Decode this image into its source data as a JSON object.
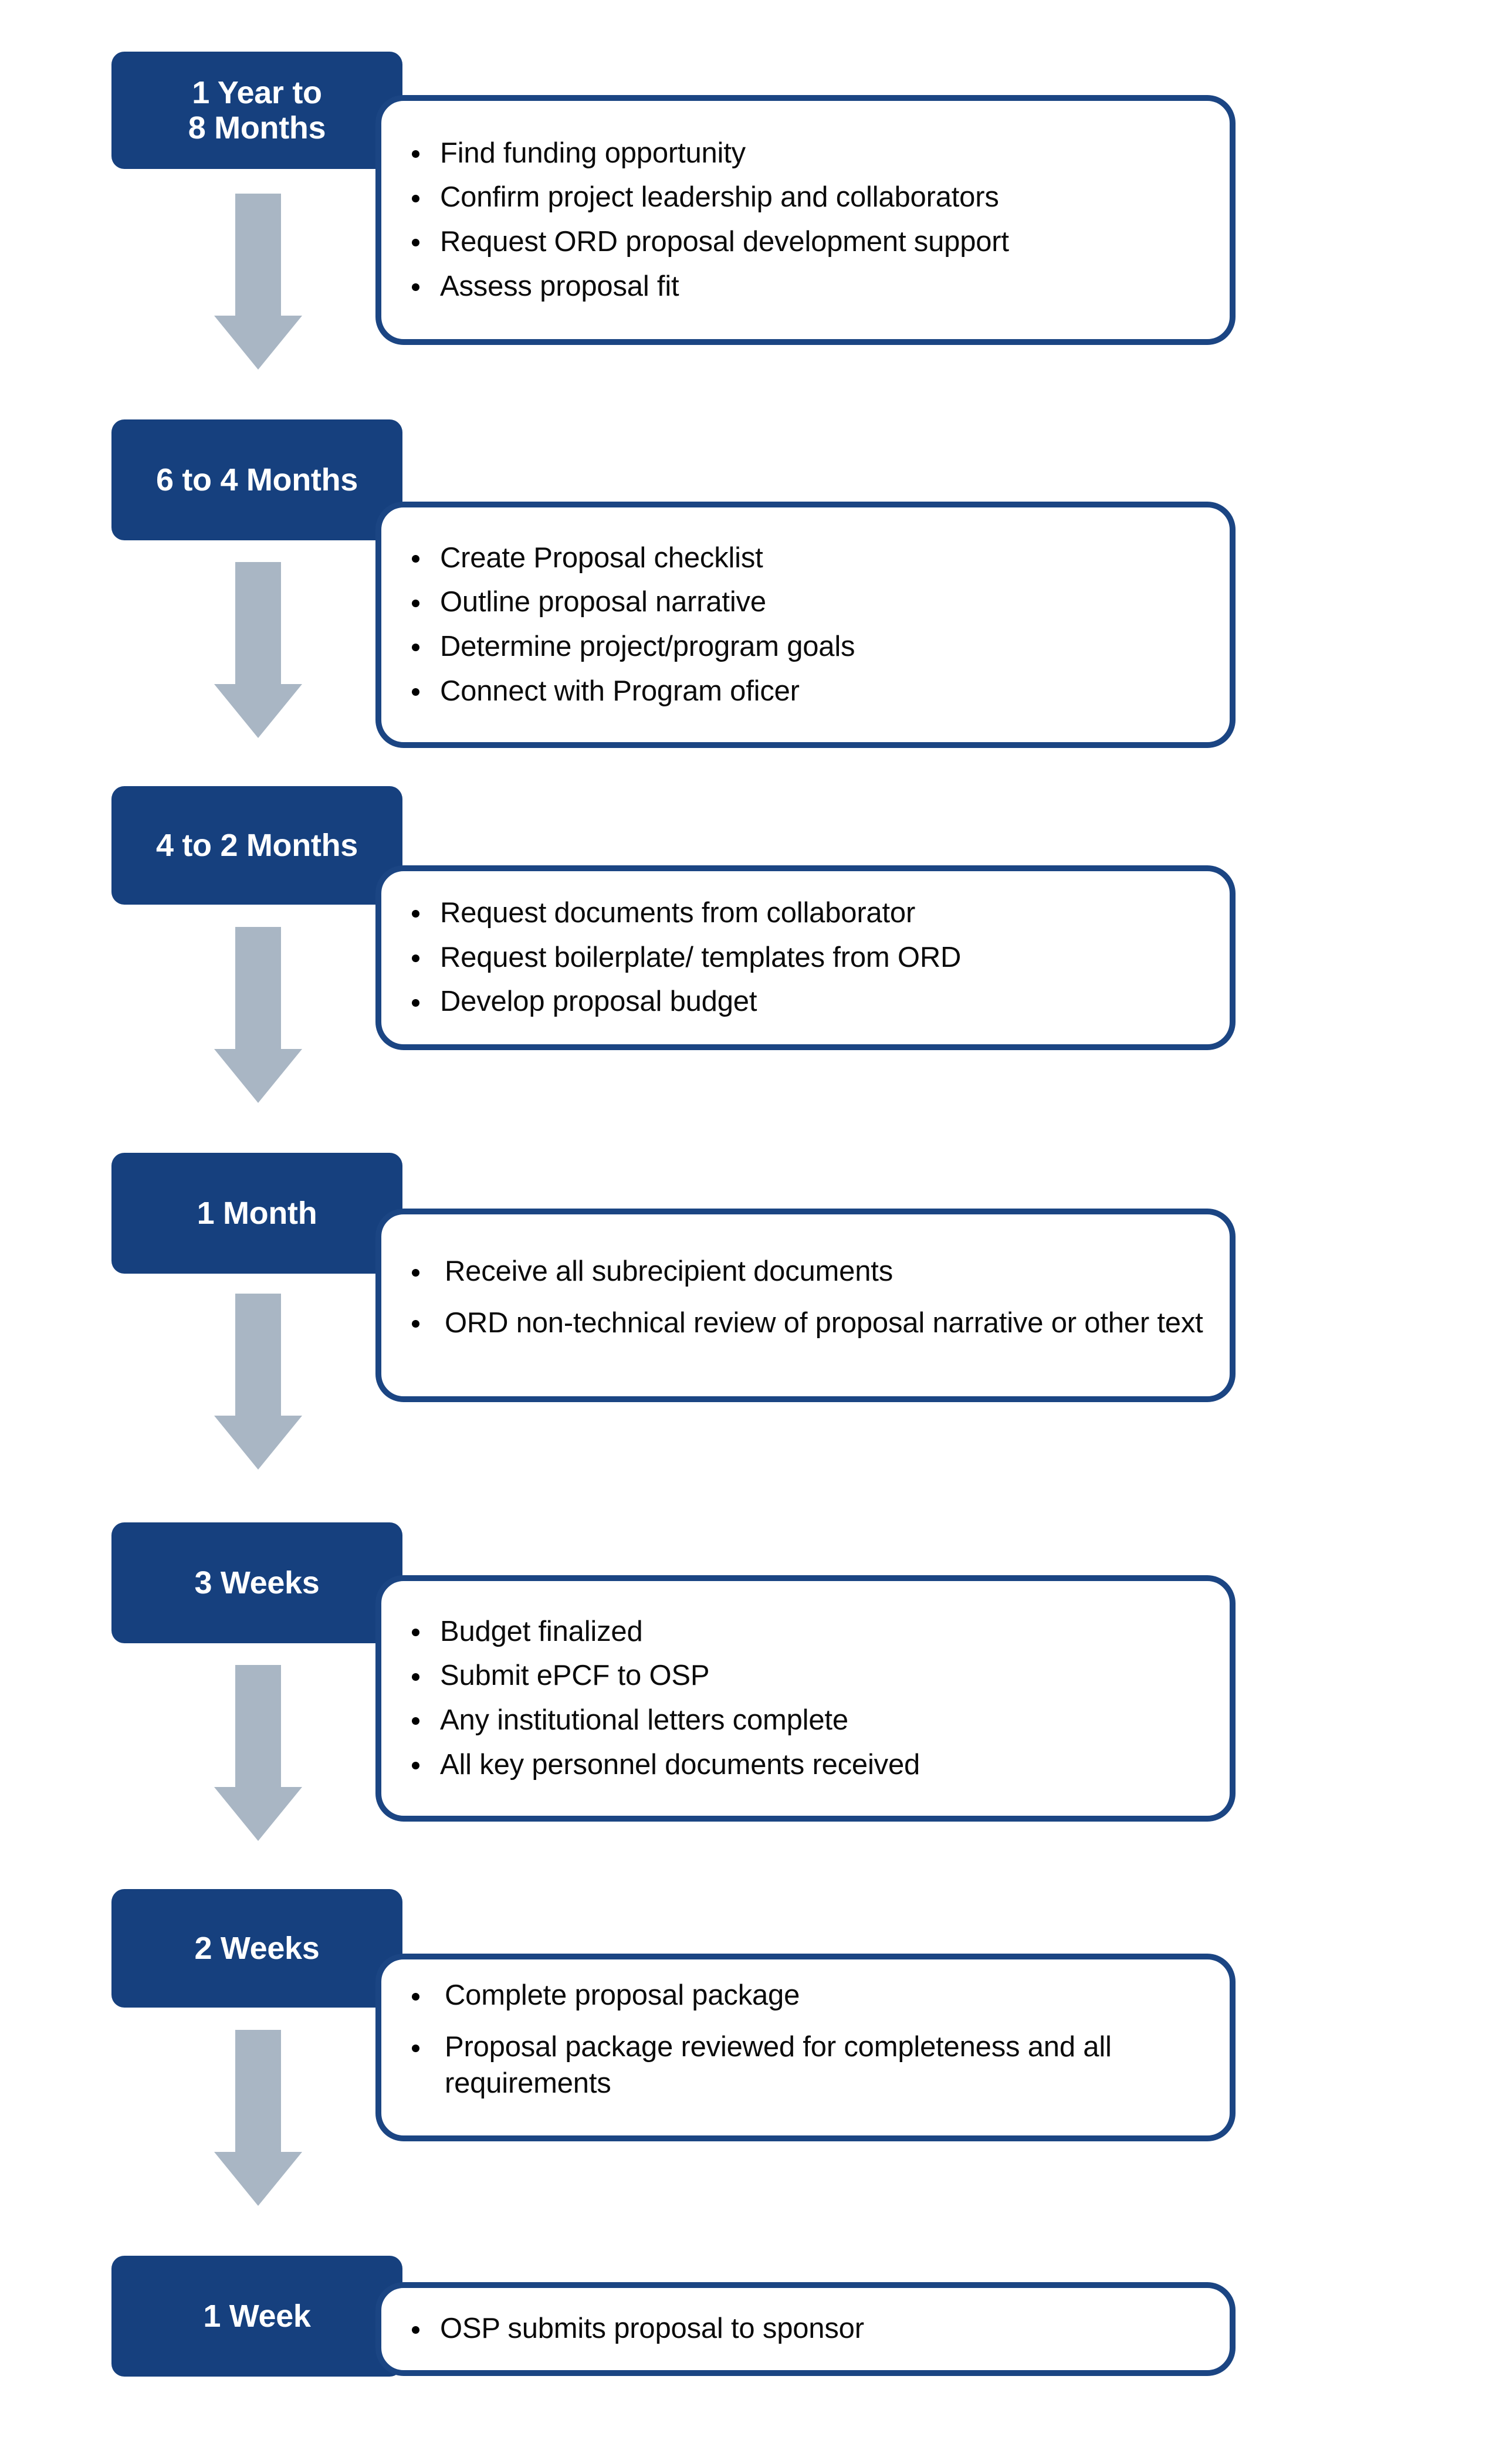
{
  "theme": {
    "brand_blue": "#16407E",
    "card_border_blue": "#1B4583",
    "arrow_gray": "#A9B6C4",
    "text_black": "#0b0b0b",
    "label_white": "#ffffff",
    "background": "#ffffff"
  },
  "diagram": {
    "type": "vertical-timeline-flowchart",
    "orientation": "top-to-bottom",
    "step_count": 7,
    "connector": "down-arrow"
  },
  "steps": [
    {
      "id": "step-1",
      "time_label": "1 Year to\n8 Months",
      "bullets": [
        "Find funding opportunity",
        "Confirm project leadership and collaborators",
        "Request ORD proposal development support",
        "Assess proposal fit"
      ]
    },
    {
      "id": "step-2",
      "time_label": "6 to 4 Months",
      "bullets": [
        "Create Proposal checklist",
        "Outline proposal narrative",
        "Determine project/program goals",
        "Connect with Program oficer"
      ]
    },
    {
      "id": "step-3",
      "time_label": "4 to 2 Months",
      "bullets": [
        "Request documents from collaborator",
        "Request boilerplate/ templates from ORD",
        "Develop proposal budget"
      ]
    },
    {
      "id": "step-4",
      "time_label": "1 Month",
      "bullets": [
        "Receive all subrecipient documents",
        "ORD non-technical review of proposal narrative or other text"
      ]
    },
    {
      "id": "step-5",
      "time_label": "3 Weeks",
      "bullets": [
        "Budget finalized",
        "Submit ePCF to OSP",
        "Any institutional letters complete",
        "All key personnel documents received"
      ]
    },
    {
      "id": "step-6",
      "time_label": "2 Weeks",
      "bullets": [
        "Complete proposal package",
        "Proposal package reviewed for completeness and all requirements"
      ]
    },
    {
      "id": "step-7",
      "time_label": "1 Week",
      "bullets": [
        "OSP submits proposal to sponsor"
      ]
    }
  ]
}
